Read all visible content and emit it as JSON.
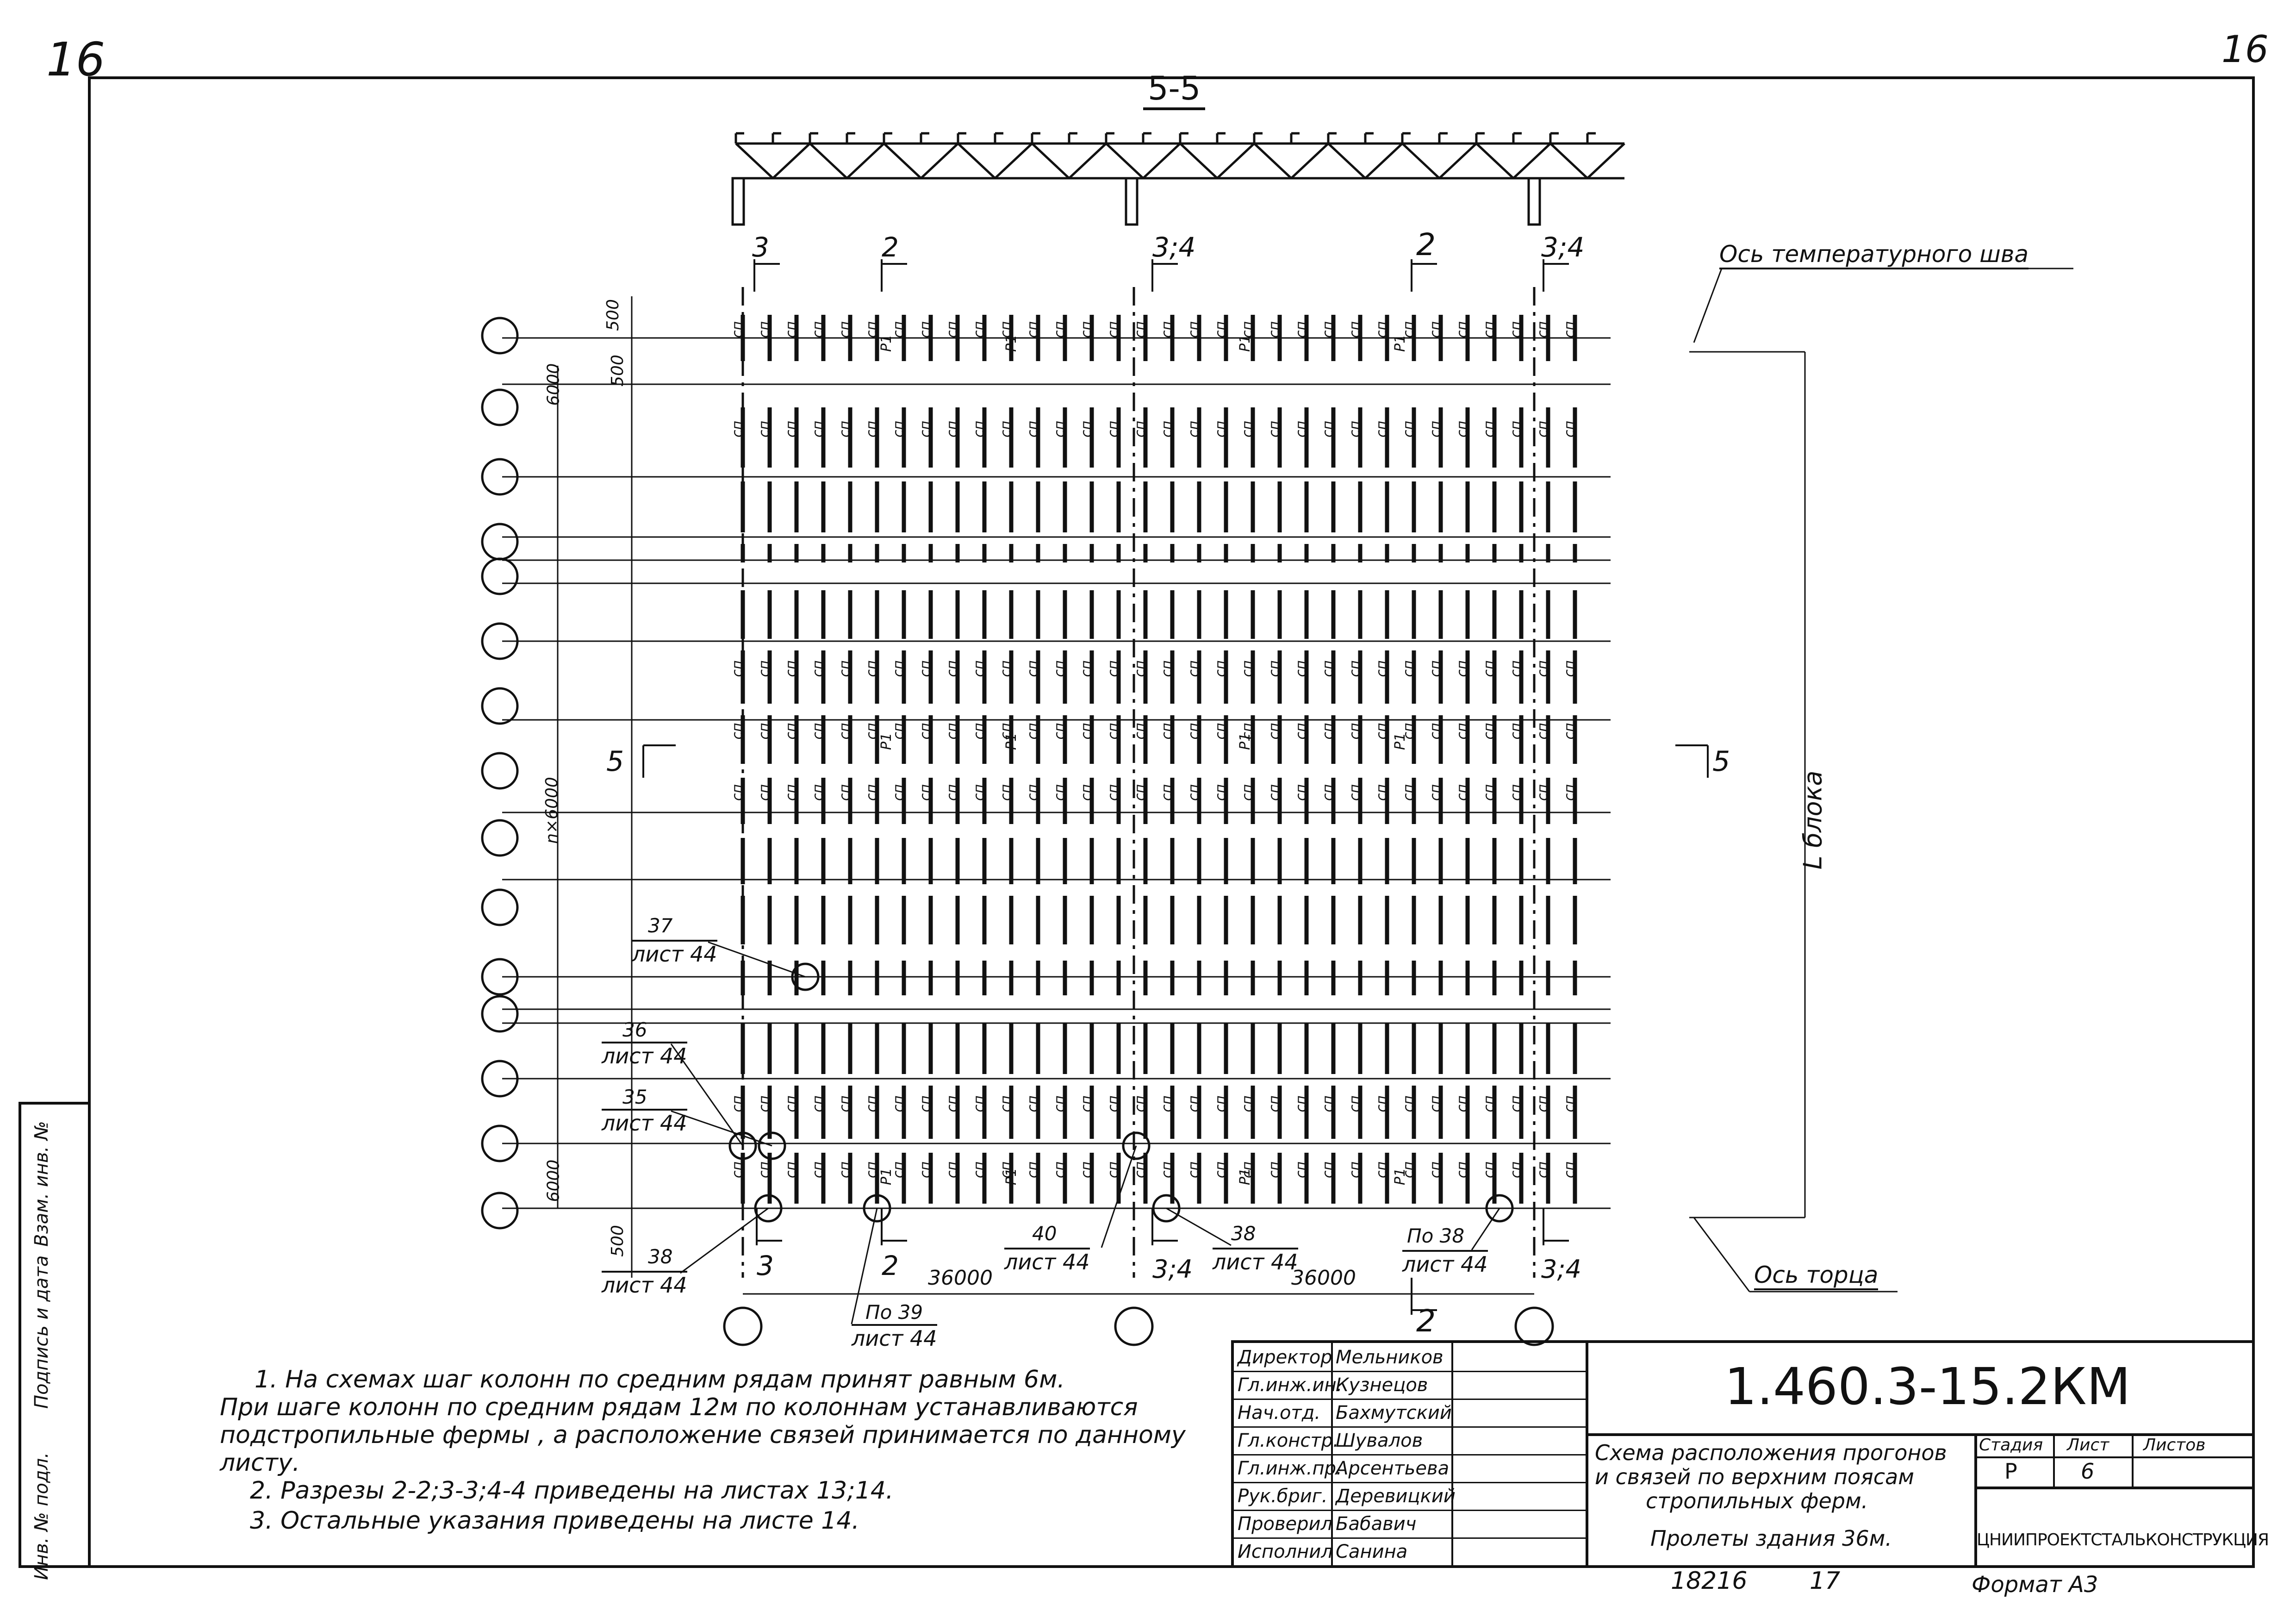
{
  "sheet": {
    "corner_left": "16",
    "corner_right": "16",
    "bottom_stamp_left": "18216",
    "bottom_stamp_mid": "17",
    "format": "Формат А3"
  },
  "section_title": "5-5",
  "cut_labels": {
    "top": [
      "3",
      "2",
      "3;4",
      "2",
      "3;4"
    ],
    "bottom": [
      "3",
      "2",
      "3;4",
      "2",
      "3;4"
    ],
    "side_left": "5",
    "side_right": "5"
  },
  "axis_labels": {
    "temperature_joint": "Ось температурного шва",
    "end_axis": "Ось торца",
    "block_length": "L блока"
  },
  "dimensions": {
    "d500_top": "500",
    "d500_top2": "500",
    "d6000_top": "6000",
    "dn6000": "n×6000",
    "d6000_bottom": "6000",
    "d500_bottom": "500",
    "span_left": "36000",
    "span_right": "36000"
  },
  "callouts": [
    {
      "num": "37",
      "sheet": "лист 44"
    },
    {
      "num": "36",
      "sheet": "лист 44"
    },
    {
      "num": "35",
      "sheet": "лист 44"
    },
    {
      "num": "38",
      "sheet": "лист 44"
    },
    {
      "num": "По 39",
      "sheet": "лист 44"
    },
    {
      "num": "40",
      "sheet": "лист 44"
    },
    {
      "num": "38",
      "sheet": "лист 44"
    },
    {
      "num": "По 38",
      "sheet": "лист 44"
    }
  ],
  "purlin_label": "сп",
  "brace_label": "Р1",
  "notes": [
    "1.  На схемах шаг колонн по средним рядам принят равным 6м.",
    "При   шаге   колонн   по средним рядам  12м  по колоннам  устанавливаются",
    "подстропильные     фермы , а расположение  связей  принимается  по данному",
    "листу.",
    "2.  Разрезы  2-2;3-3;4-4  приведены  на листах  13;14.",
    "3.  Остальные    указания    приведены    на листе  14."
  ],
  "left_strip": [
    "Инв. № подл.",
    "Подпись и дата",
    "Взам. инв. №"
  ],
  "title_block": {
    "designation": "1.460.3-15.2КМ",
    "roles": [
      "Директор",
      "Гл.инж.ин.",
      "Нач.отд.",
      "Гл.констр.",
      "Гл.инж.пр.",
      "Рук.бриг.",
      "Проверил",
      "Исполнил"
    ],
    "names": [
      "Мельников",
      "Кузнецов",
      "Бахмутский",
      "Шувалов",
      "Арсентьева",
      "Деревицкий",
      "Бабавич",
      "Санина"
    ],
    "description_1": "Схема расположения прогонов",
    "description_2": "и связей по верхним поясам",
    "description_3": "стропильных  ферм.",
    "description_4": "Пролеты здания 36м.",
    "stage_header": "Стадия",
    "sheet_header": "Лист",
    "sheets_header": "Листов",
    "stage": "Р",
    "sheet": "6",
    "sheets": "",
    "organization": "ЦНИИПРОЕКТСТАЛЬКОНСТРУКЦИЯ"
  }
}
